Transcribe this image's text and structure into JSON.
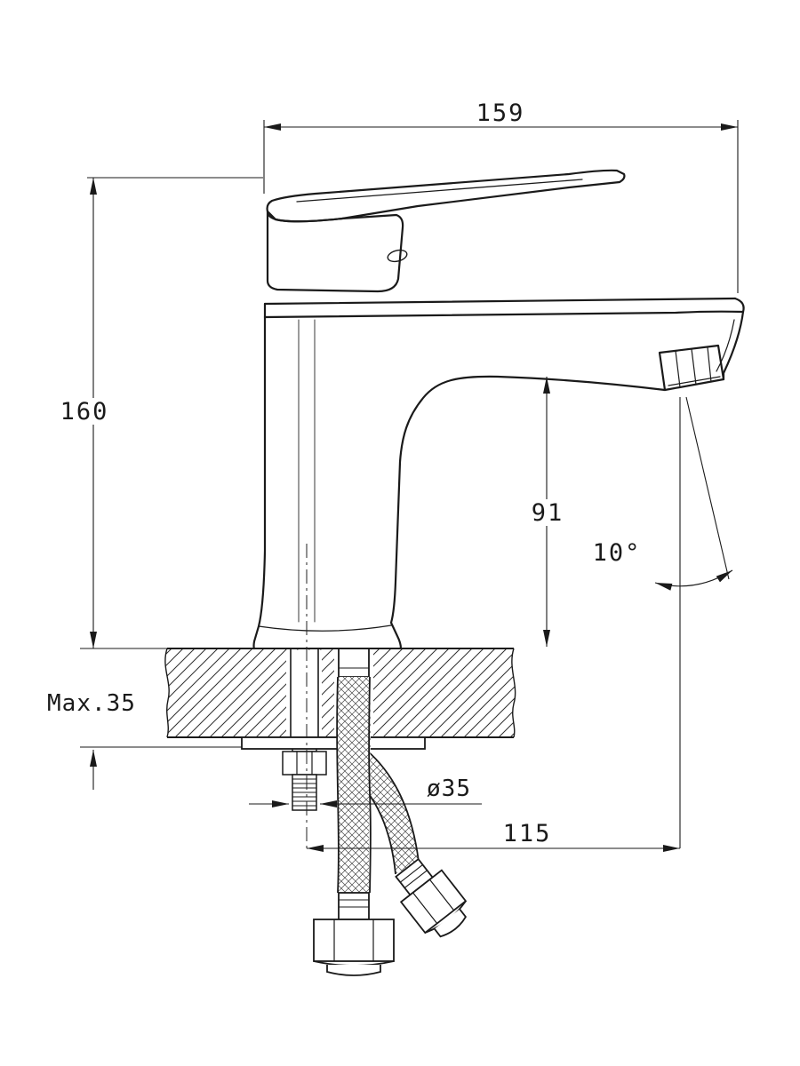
{
  "meta": {
    "title": "Single-lever basin faucet — installation drawing",
    "background": "#ffffff",
    "ink": "#1a1a1a"
  },
  "labels": {
    "overall_length": "159",
    "overall_height": "160",
    "spout_height": "91",
    "spray_angle": "10°",
    "max_deck_thickness": "Max.35",
    "hole_diameter": "ø35",
    "spout_reach": "115"
  }
}
